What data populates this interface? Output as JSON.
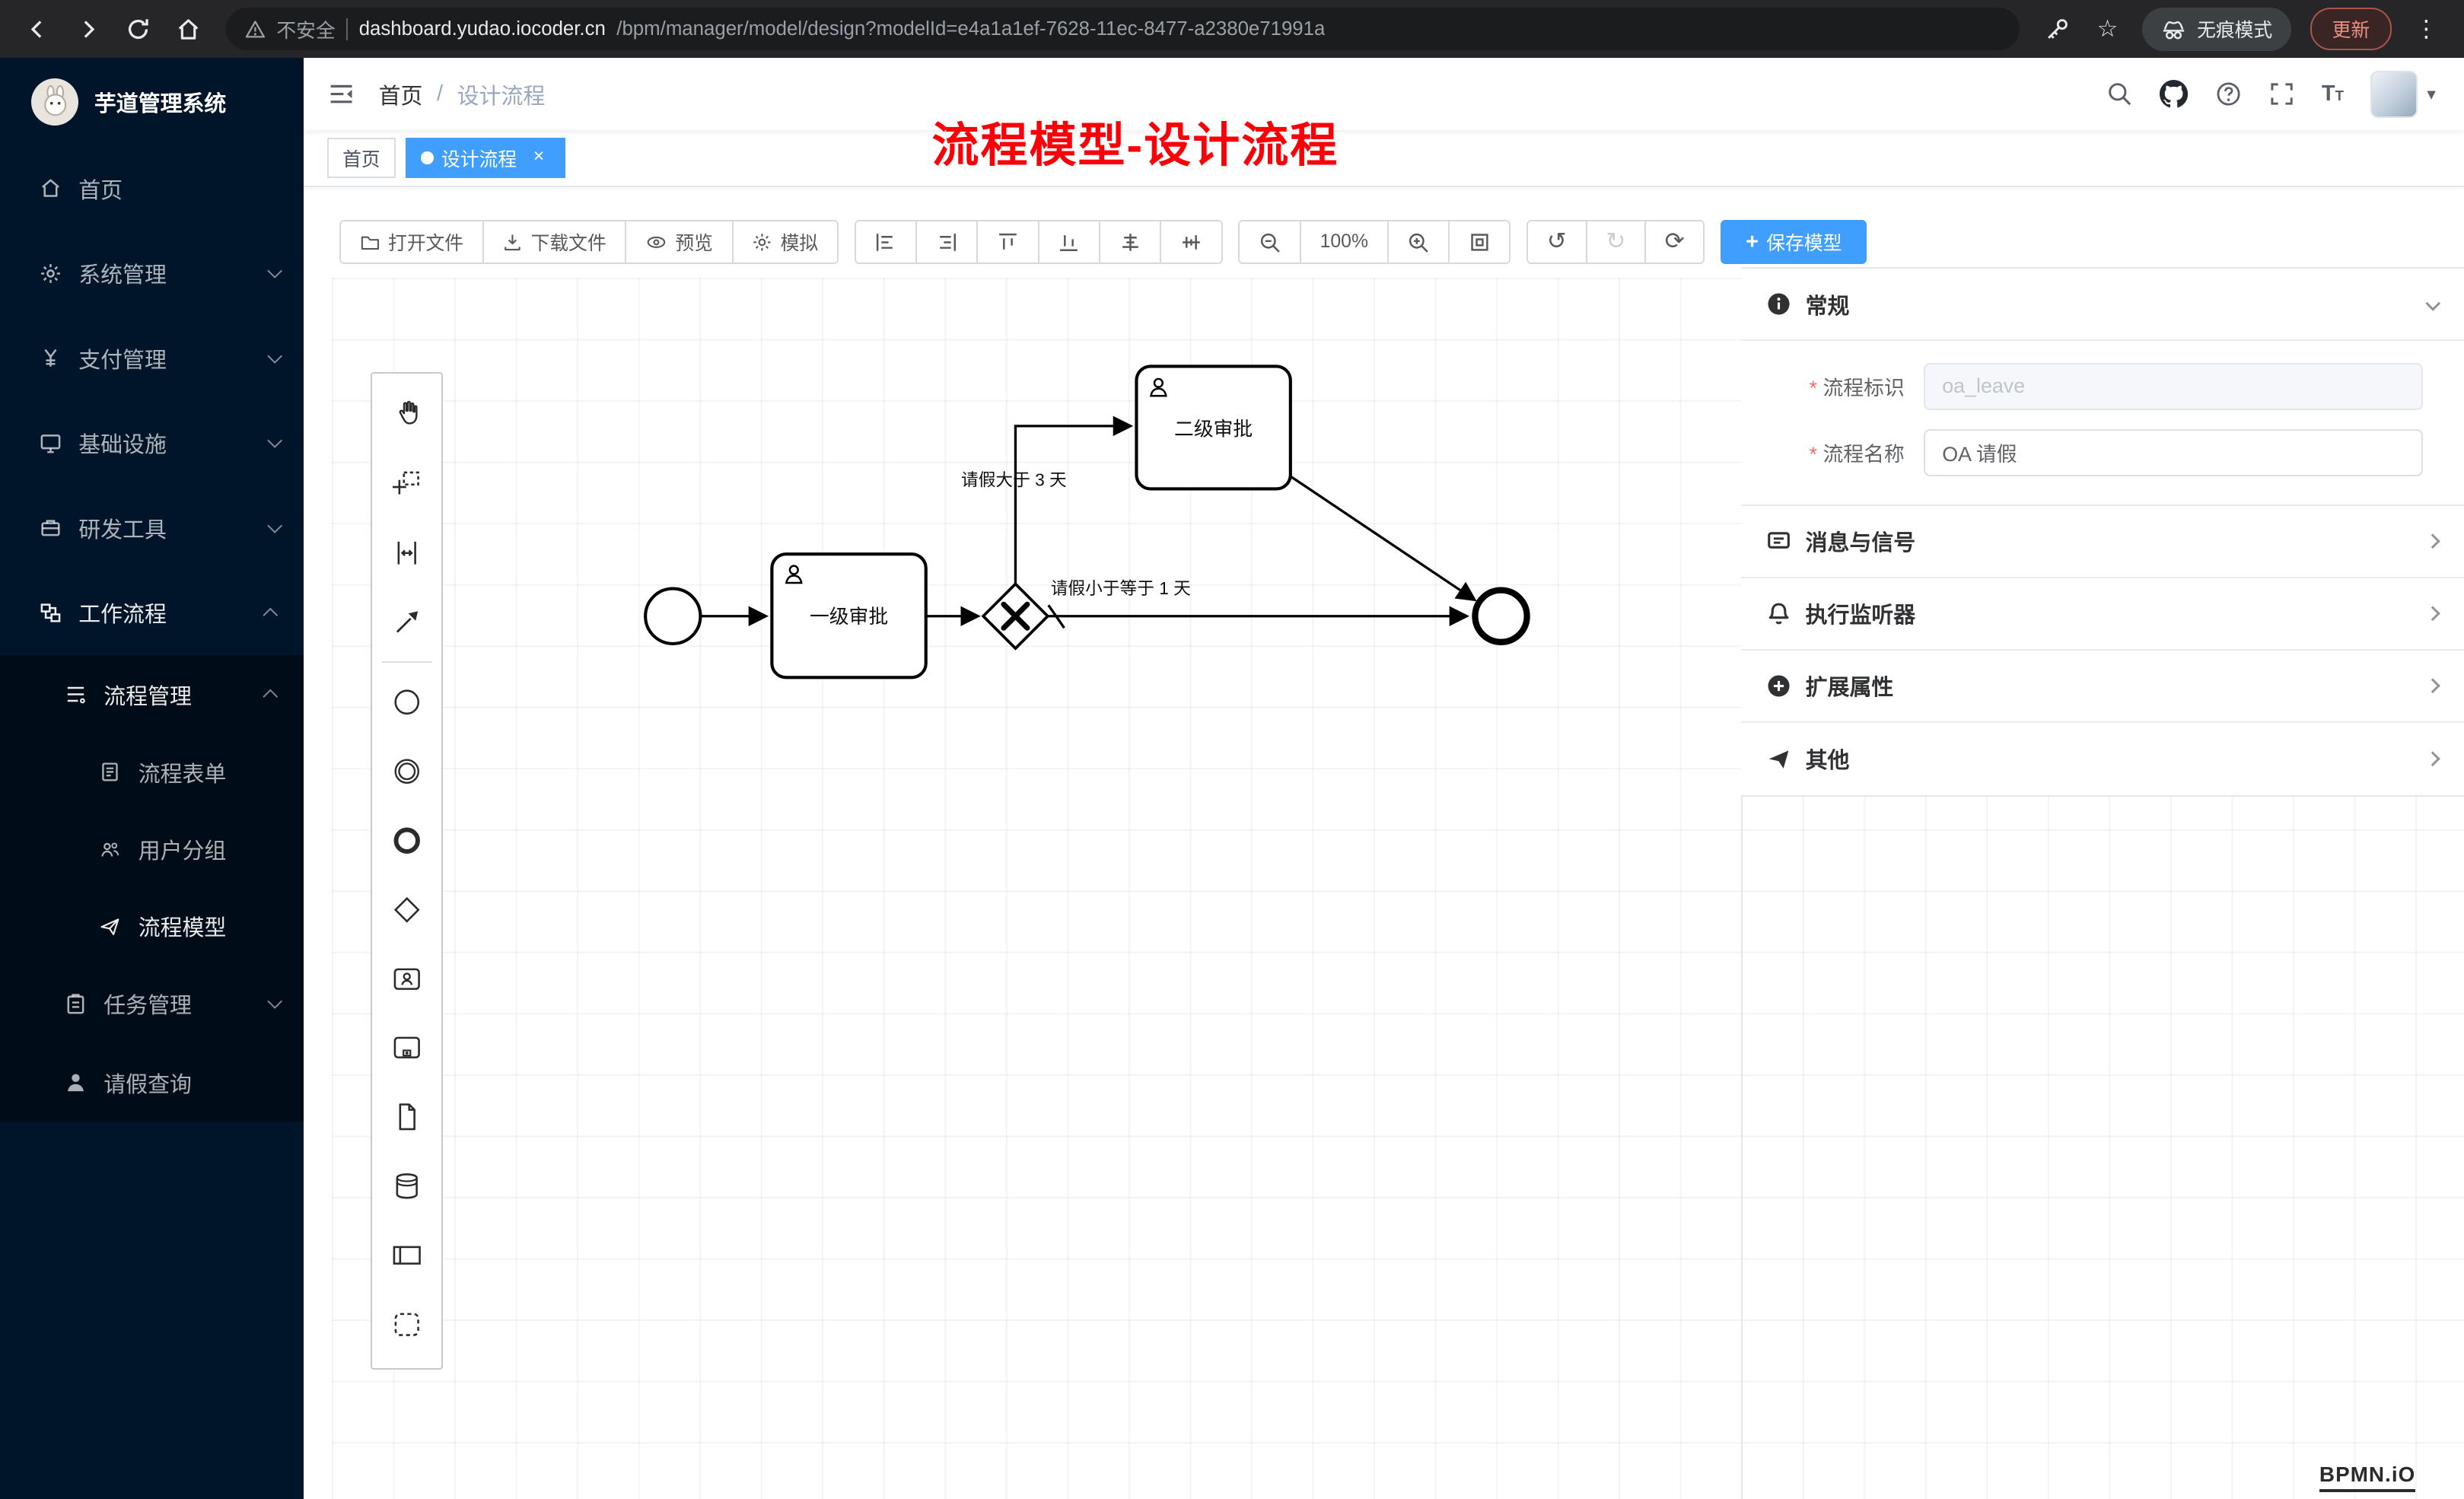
{
  "browser": {
    "security_label": "不安全",
    "url_host": "dashboard.yudao.iocoder.cn",
    "url_path": "/bpm/manager/model/design?modelId=e4a1a1ef-7628-11ec-8477-a2380e71991a",
    "incognito_label": "无痕模式",
    "update_label": "更新"
  },
  "icons": {
    "undo": "↺",
    "redo": "↻",
    "refresh": "⟳",
    "kebab": "⋮",
    "star": "☆",
    "close": "×",
    "plus": "+",
    "caret": "▾",
    "font_large": "T",
    "font_small": "T"
  },
  "sidebar": {
    "app_title": "芋道管理系统",
    "items": [
      {
        "label": "首页"
      },
      {
        "label": "系统管理"
      },
      {
        "label": "支付管理"
      },
      {
        "label": "基础设施"
      },
      {
        "label": "研发工具"
      },
      {
        "label": "工作流程"
      },
      {
        "label": "流程管理"
      },
      {
        "label": "流程表单"
      },
      {
        "label": "用户分组"
      },
      {
        "label": "流程模型"
      },
      {
        "label": "任务管理"
      },
      {
        "label": "请假查询"
      }
    ]
  },
  "navbar": {
    "breadcrumb_home": "首页",
    "breadcrumb_sep": "/",
    "breadcrumb_current": "设计流程"
  },
  "tags": {
    "items": [
      {
        "label": "首页"
      },
      {
        "label": "设计流程"
      }
    ]
  },
  "annotation": {
    "text": "流程模型-设计流程"
  },
  "toolbar": {
    "open_label": "打开文件",
    "download_label": "下载文件",
    "preview_label": "预览",
    "simulate_label": "模拟",
    "zoom_value": "100%",
    "save_label": "保存模型"
  },
  "diagram": {
    "task1_label": "一级审批",
    "task2_label": "二级审批",
    "flow_condition_gt": "请假大于 3 天",
    "flow_condition_le": "请假小于等于 1 天"
  },
  "panel": {
    "sections": [
      {
        "label": "常规"
      },
      {
        "label": "消息与信号"
      },
      {
        "label": "执行监听器"
      },
      {
        "label": "扩展属性"
      },
      {
        "label": "其他"
      }
    ],
    "fields": [
      {
        "label": "流程标识",
        "value": "oa_leave"
      },
      {
        "label": "流程名称",
        "value": "OA 请假"
      }
    ]
  },
  "watermark": {
    "text": "BPMN.iO"
  }
}
